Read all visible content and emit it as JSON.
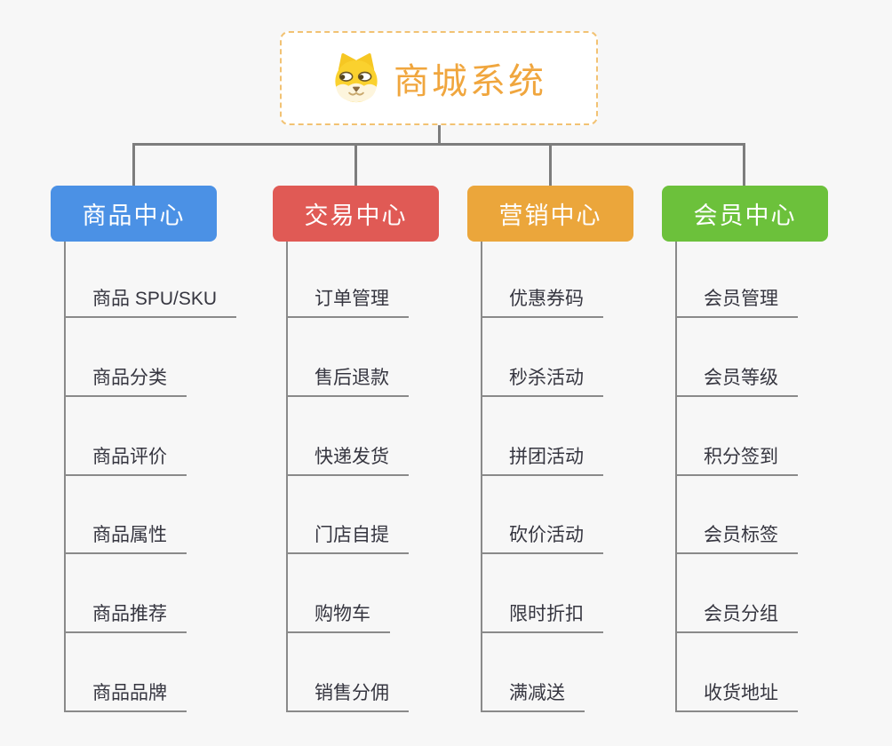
{
  "page": {
    "background_color": "#f7f7f7",
    "connector_color": "#7d7d7d",
    "leaf_line_color": "#8a8a8a",
    "leaf_text_color": "#363640"
  },
  "root": {
    "title": "商城系统",
    "title_color": "#f0a63e",
    "border_color": "#f2c273",
    "icon": "shiba-dog-icon"
  },
  "branches": [
    {
      "id": "product-center",
      "label": "商品中心",
      "color": "#4b91e5",
      "children": [
        "商品 SPU/SKU",
        "商品分类",
        "商品评价",
        "商品属性",
        "商品推荐",
        "商品品牌"
      ]
    },
    {
      "id": "trade-center",
      "label": "交易中心",
      "color": "#e05a55",
      "children": [
        "订单管理",
        "售后退款",
        "快递发货",
        "门店自提",
        "购物车",
        "销售分佣"
      ]
    },
    {
      "id": "marketing-center",
      "label": "营销中心",
      "color": "#eba63b",
      "children": [
        "优惠券码",
        "秒杀活动",
        "拼团活动",
        "砍价活动",
        "限时折扣",
        "满减送"
      ]
    },
    {
      "id": "member-center",
      "label": "会员中心",
      "color": "#6cc13b",
      "children": [
        "会员管理",
        "会员等级",
        "积分签到",
        "会员标签",
        "会员分组",
        "收货地址"
      ]
    }
  ]
}
